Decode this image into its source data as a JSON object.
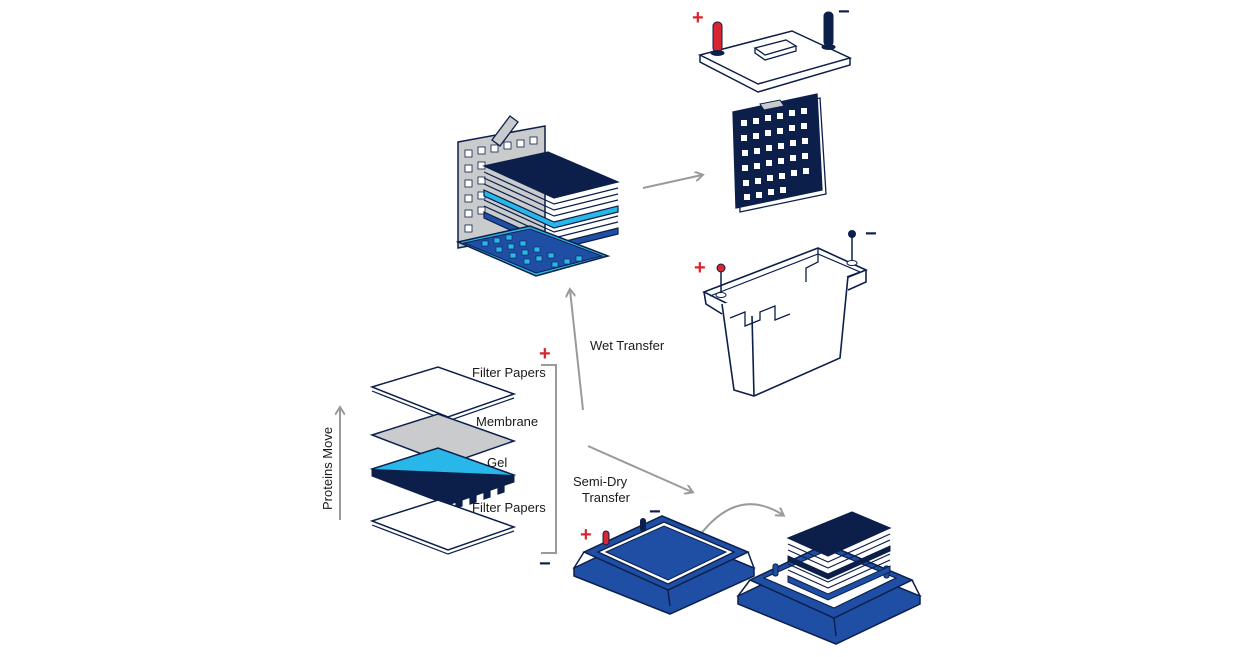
{
  "labels": {
    "filter_papers_top": "Filter Papers",
    "membrane": "Membrane",
    "gel": "Gel",
    "filter_papers_bottom": "Filter Papers",
    "proteins_move": "Proteins Move",
    "wet_transfer": "Wet Transfer",
    "semi_dry_line1": "Semi-Dry",
    "semi_dry_line2": "Transfer"
  },
  "signs": {
    "plus": "+",
    "minus": "−"
  },
  "colors": {
    "navy": "#0c1f4a",
    "blue": "#1f4fa5",
    "cyan": "#29b6e8",
    "membrane_gray": "#c9cbcd",
    "red": "#d9262e",
    "arrow_gray": "#9a9a9a",
    "outline": "#0c1f4a"
  }
}
